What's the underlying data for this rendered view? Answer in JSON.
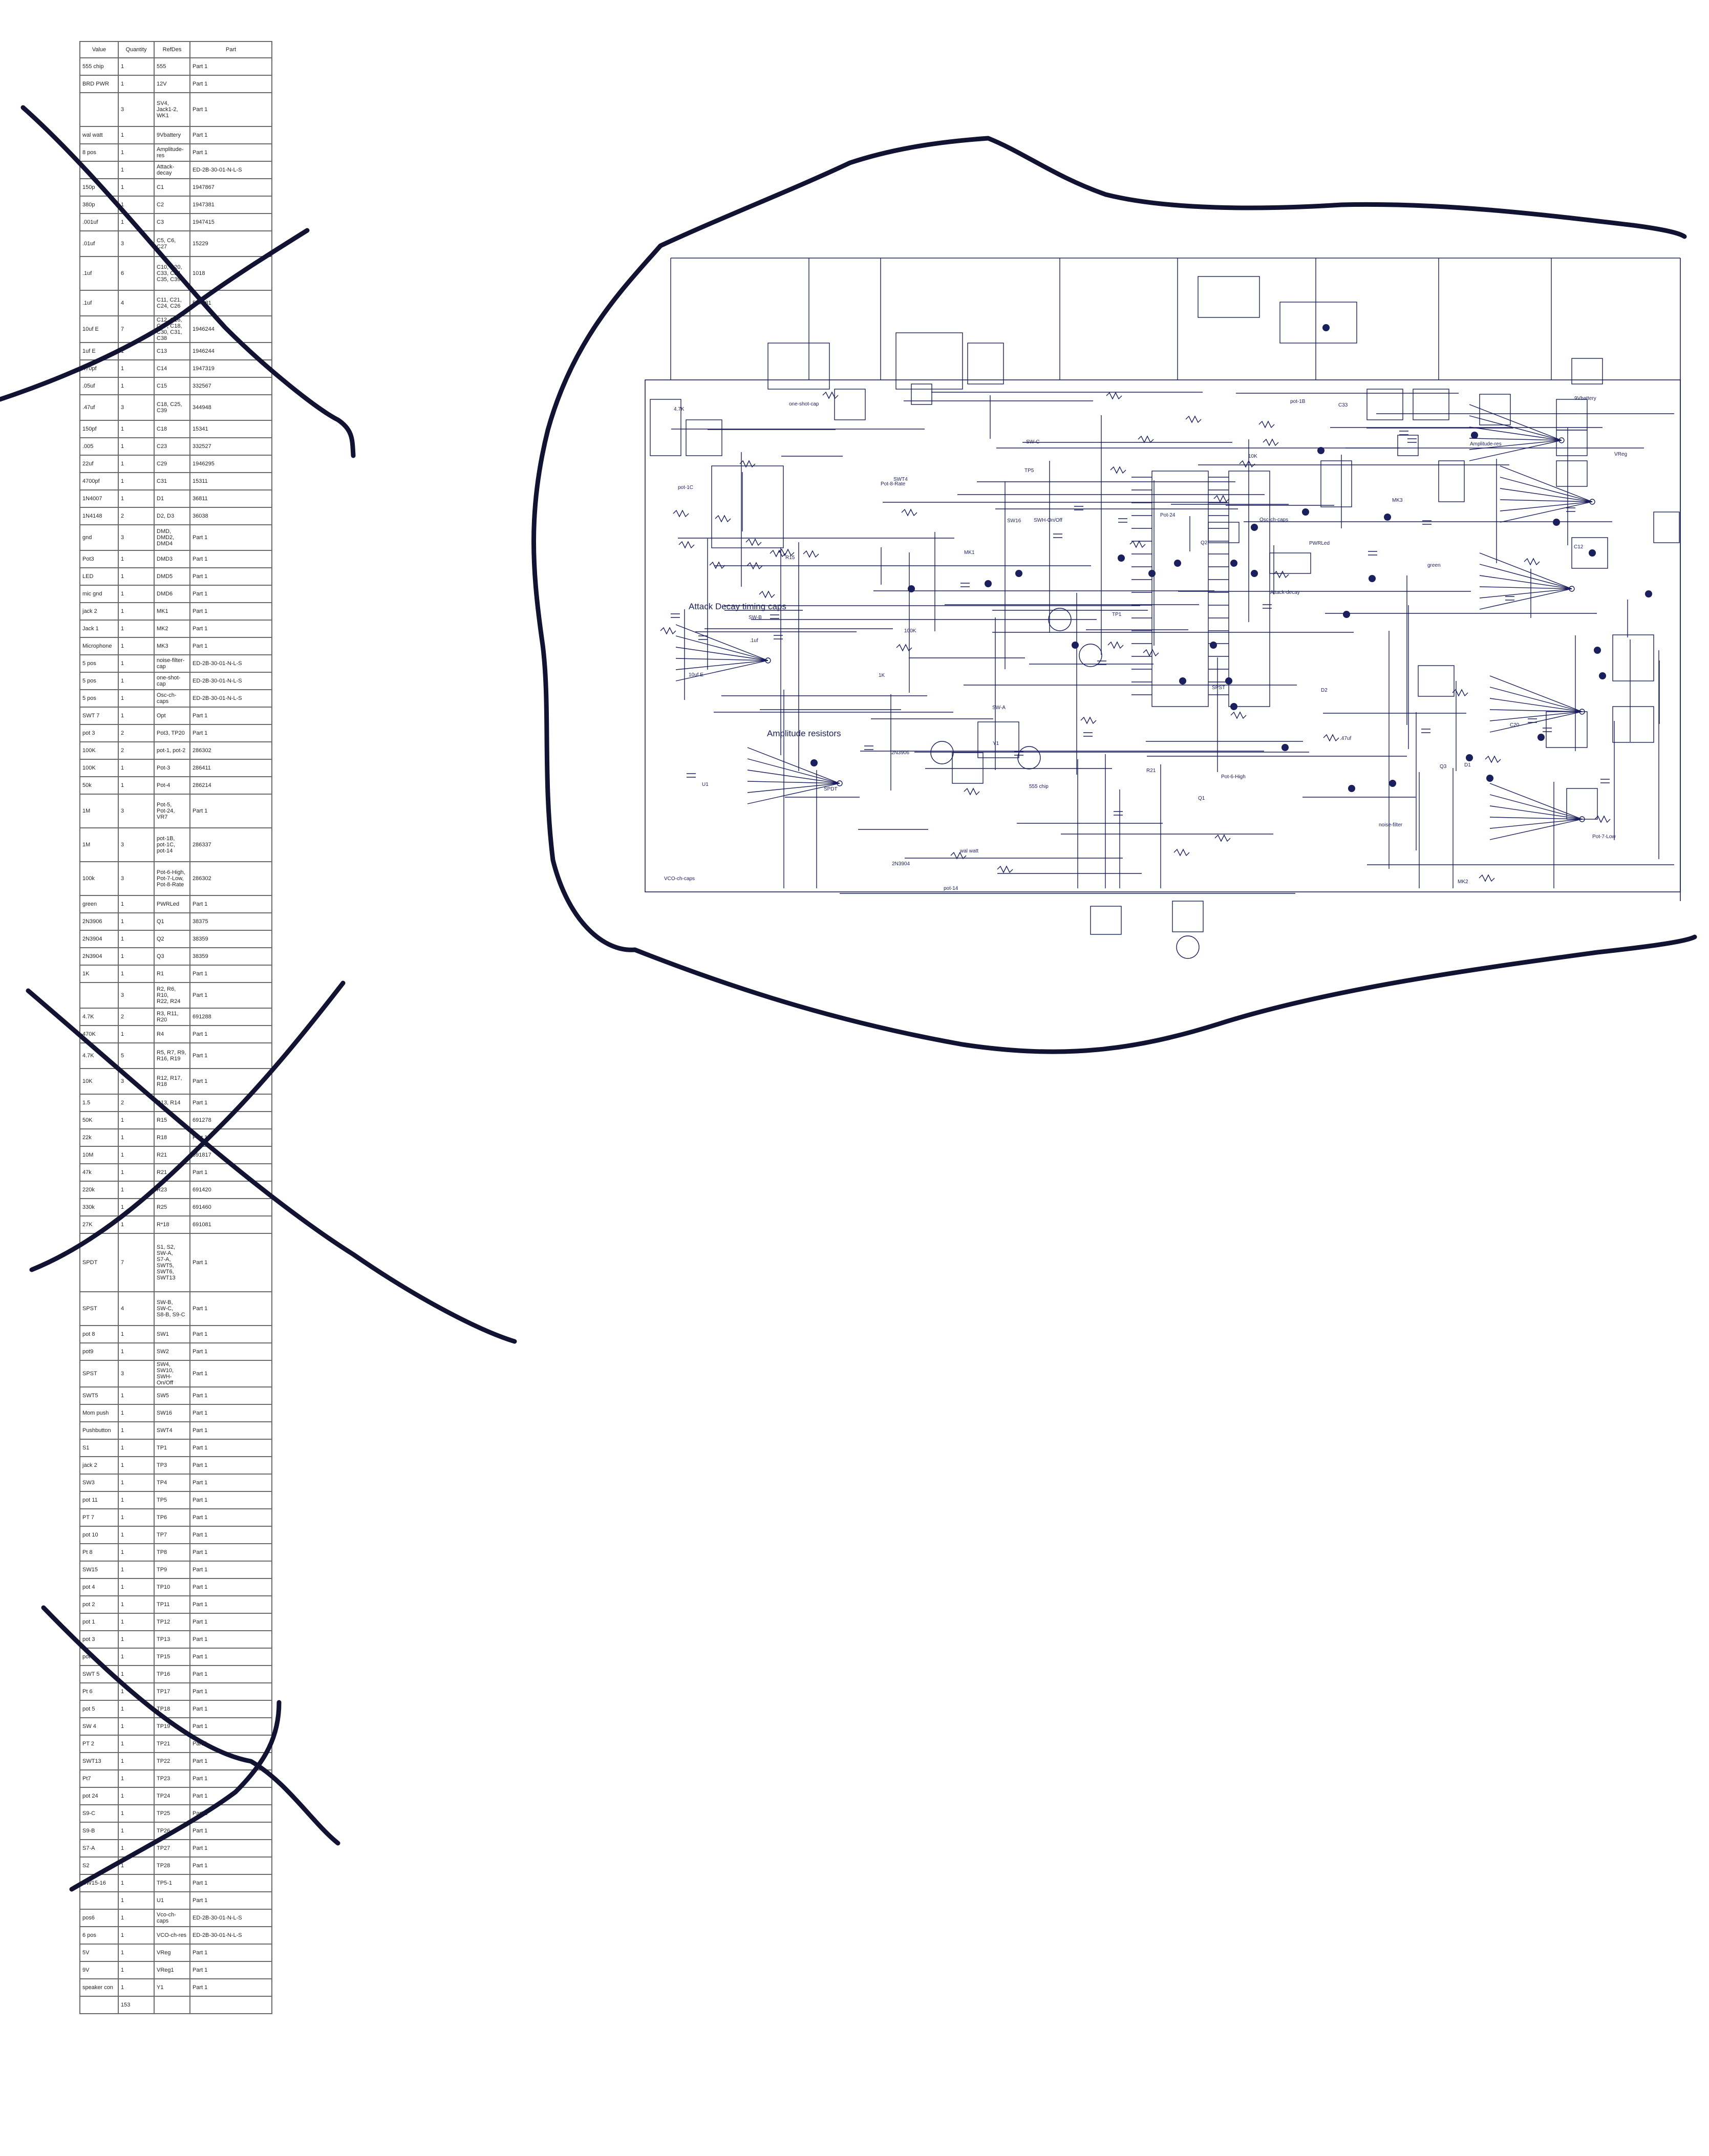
{
  "bom": {
    "headers": [
      "Value",
      "Quantity",
      "RefDes",
      "Part"
    ],
    "rows": [
      [
        "555 chip",
        "1",
        "555",
        "Part 1"
      ],
      [
        "BRD PWR",
        "1",
        "12V",
        "Part 1"
      ],
      [
        "",
        "3",
        "SV4,\nJack1-2,\nWK1",
        "Part 1"
      ],
      [
        "wal watt",
        "1",
        "9Vbattery",
        "Part 1"
      ],
      [
        "8 pos",
        "1",
        "Amplitude-res",
        "Part 1"
      ],
      [
        "",
        "1",
        "Attack-decay",
        "ED-2B-30-01-N-L-S"
      ],
      [
        "150p",
        "1",
        "C1",
        "1947867"
      ],
      [
        "380p",
        "1",
        "C2",
        "1947381"
      ],
      [
        ".001uf",
        "1",
        "C3",
        "1947415"
      ],
      [
        ".01uf",
        "3",
        "C5, C6,\nC27",
        "15229"
      ],
      [
        ".1uf",
        "6",
        "C10, C20,\nC33, C34,\nC35, C39",
        "1018"
      ],
      [
        ".1uf",
        "4",
        "C11, C21,\nC24, C26",
        "547281"
      ],
      [
        "10uf E",
        "7",
        "C12, C16,\nC17, C18,\nC30, C31,\nC38",
        "1946244"
      ],
      [
        "1uf E",
        "1",
        "C13",
        "1946244"
      ],
      [
        "470pf",
        "1",
        "C14",
        "1947319"
      ],
      [
        ".05uf",
        "1",
        "C15",
        "332567"
      ],
      [
        ".47uf",
        "3",
        "C18, C25,\nC39",
        "344948"
      ],
      [
        "150pf",
        "1",
        "C18",
        "15341"
      ],
      [
        ".005",
        "1",
        "C23",
        "332527"
      ],
      [
        "22uf",
        "1",
        "C29",
        "1946295"
      ],
      [
        "4700pf",
        "1",
        "C31",
        "15311"
      ],
      [
        "1N4007",
        "1",
        "D1",
        "36811"
      ],
      [
        "1N4148",
        "2",
        "D2, D3",
        "36038"
      ],
      [
        "gnd",
        "3",
        "DMD, DMD2,\nDMD4",
        "Part 1"
      ],
      [
        "Pot3",
        "1",
        "DMD3",
        "Part 1"
      ],
      [
        "LED",
        "1",
        "DMD5",
        "Part 1"
      ],
      [
        "mic gnd",
        "1",
        "DMD6",
        "Part 1"
      ],
      [
        "jack 2",
        "1",
        "MK1",
        "Part 1"
      ],
      [
        "Jack 1",
        "1",
        "MK2",
        "Part 1"
      ],
      [
        "Microphone",
        "1",
        "MK3",
        "Part 1"
      ],
      [
        "5 pos",
        "1",
        "noise-filter-cap",
        "ED-2B-30-01-N-L-S"
      ],
      [
        "5 pos",
        "1",
        "one-shot-cap",
        "ED-2B-30-01-N-L-S"
      ],
      [
        "5 pos",
        "1",
        "Osc-ch-caps",
        "ED-2B-30-01-N-L-S"
      ],
      [
        "SWT 7",
        "1",
        "Opt",
        "Part 1"
      ],
      [
        "pot 3",
        "2",
        "Pot3, TP20",
        "Part 1"
      ],
      [
        "100K",
        "2",
        "pot-1, pot-2",
        "286302"
      ],
      [
        "100K",
        "1",
        "Pot-3",
        "286411"
      ],
      [
        "50k",
        "1",
        "Pot-4",
        "286214"
      ],
      [
        "1M",
        "3",
        "Pot-5,\nPot-24,\nVR7",
        "Part 1"
      ],
      [
        "1M",
        "3",
        "pot-1B,\npot-1C,\npot-14",
        "286337"
      ],
      [
        "100k",
        "3",
        "Pot-6-High,\nPot-7-Low,\nPot-8-Rate",
        "286302"
      ],
      [
        "green",
        "1",
        "PWRLed",
        "Part 1"
      ],
      [
        "2N3906",
        "1",
        "Q1",
        "38375"
      ],
      [
        "2N3904",
        "1",
        "Q2",
        "38359"
      ],
      [
        "2N3904",
        "1",
        "Q3",
        "38359"
      ],
      [
        "1K",
        "1",
        "R1",
        "Part 1"
      ],
      [
        "",
        "3",
        "R2, R6, R10,\nR22, R24",
        "Part 1"
      ],
      [
        "4.7K",
        "2",
        "R3, R11, R20",
        "691288"
      ],
      [
        "470K",
        "1",
        "R4",
        "Part 1"
      ],
      [
        "4.7K",
        "5",
        "R5, R7, R9,\nR16, R19",
        "Part 1"
      ],
      [
        "10K",
        "3",
        "R12, R17,\nR18",
        "Part 1"
      ],
      [
        "1.5",
        "2",
        "R13, R14",
        "Part 1"
      ],
      [
        "50K",
        "1",
        "R15",
        "691278"
      ],
      [
        "22k",
        "1",
        "R18",
        "Part 1"
      ],
      [
        "10M",
        "1",
        "R21",
        "691817"
      ],
      [
        "47k",
        "1",
        "R21",
        "Part 1"
      ],
      [
        "220k",
        "1",
        "R23",
        "691420"
      ],
      [
        "330k",
        "1",
        "R25",
        "691460"
      ],
      [
        "27K",
        "1",
        "R*18",
        "691081"
      ],
      [
        "SPDT",
        "7",
        "S1, S2,\nSW-A,\nS7-A,\nSWT5,\nSWT6,\nSWT13",
        "Part 1"
      ],
      [
        "SPST",
        "4",
        "SW-B,\nSW-C,\nS8-B, S9-C",
        "Part 1"
      ],
      [
        "pot 8",
        "1",
        "SW1",
        "Part 1"
      ],
      [
        "pot9",
        "1",
        "SW2",
        "Part 1"
      ],
      [
        "SPST",
        "3",
        "SW4, SW10,\nSWH-On/Off",
        "Part 1"
      ],
      [
        "SWT5",
        "1",
        "SW5",
        "Part 1"
      ],
      [
        "Mom push",
        "1",
        "SW16",
        "Part 1"
      ],
      [
        "Pushbutton",
        "1",
        "SWT4",
        "Part 1"
      ],
      [
        "S1",
        "1",
        "TP1",
        "Part 1"
      ],
      [
        "jack 2",
        "1",
        "TP3",
        "Part 1"
      ],
      [
        "SW3",
        "1",
        "TP4",
        "Part 1"
      ],
      [
        "pot 11",
        "1",
        "TP5",
        "Part 1"
      ],
      [
        "PT 7",
        "1",
        "TP6",
        "Part 1"
      ],
      [
        "pot 10",
        "1",
        "TP7",
        "Part 1"
      ],
      [
        "Pt 8",
        "1",
        "TP8",
        "Part 1"
      ],
      [
        "SW15",
        "1",
        "TP9",
        "Part 1"
      ],
      [
        "pot 4",
        "1",
        "TP10",
        "Part 1"
      ],
      [
        "pot 2",
        "1",
        "TP11",
        "Part 1"
      ],
      [
        "pot 1",
        "1",
        "TP12",
        "Part 1"
      ],
      [
        "pot 3",
        "1",
        "TP13",
        "Part 1"
      ],
      [
        "pot 4",
        "1",
        "TP15",
        "Part 1"
      ],
      [
        "SWT 5",
        "1",
        "TP16",
        "Part 1"
      ],
      [
        "Pt 6",
        "1",
        "TP17",
        "Part 1"
      ],
      [
        "pot 5",
        "1",
        "TP18",
        "Part 1"
      ],
      [
        "SW 4",
        "1",
        "TP19",
        "Part 1"
      ],
      [
        "PT 2",
        "1",
        "TP21",
        "Part 1"
      ],
      [
        "SWT13",
        "1",
        "TP22",
        "Part 1"
      ],
      [
        "Pt7",
        "1",
        "TP23",
        "Part 1"
      ],
      [
        "pot 24",
        "1",
        "TP24",
        "Part 1"
      ],
      [
        "S9-C",
        "1",
        "TP25",
        "Part 1"
      ],
      [
        "S9-B",
        "1",
        "TP26",
        "Part 1"
      ],
      [
        "S7-A",
        "1",
        "TP27",
        "Part 1"
      ],
      [
        "S2",
        "1",
        "TP28",
        "Part 1"
      ],
      [
        "SW15-16",
        "1",
        "TP5-1",
        "Part 1"
      ],
      [
        "",
        "1",
        "U1",
        "Part 1"
      ],
      [
        "pos6",
        "1",
        "Vco-ch-caps",
        "ED-2B-30-01-N-L-S"
      ],
      [
        "6 pos",
        "1",
        "VCO-ch-res",
        "ED-2B-30-01-N-L-S"
      ],
      [
        "5V",
        "1",
        "VReg",
        "Part 1"
      ],
      [
        "9V",
        "1",
        "VReg1",
        "Part 1"
      ],
      [
        "speaker con",
        "1",
        "Y1",
        "Part 1"
      ],
      [
        "",
        "153",
        "",
        ""
      ]
    ]
  },
  "schematic": {
    "section_labels": [
      "Attack Decay timing caps",
      "Amplitude resistors"
    ],
    "component_labels": [
      "555 chip",
      "SPDT",
      "SPST",
      "SW-A",
      "SW-B",
      "SW-C",
      "Pot-24",
      "VCO-ch-caps",
      "Osc-ch-caps",
      "2N3904",
      "2N3906",
      "Attack-decay",
      "Amplitude-res",
      "one-shot-cap",
      "noise-filter",
      "pot-1B",
      "pot-1C",
      "pot-14",
      "4.7K",
      "1K",
      "10K",
      "100K",
      ".1uf",
      "10uf E",
      ".47uf",
      "C12",
      "C20",
      "C33",
      "R15",
      "R21",
      "Pot-6-High",
      "Pot-7-Low",
      "Pot-8-Rate",
      "PWRLed",
      "green",
      "SWH-On/Off",
      "wal watt",
      "9Vbattery",
      "MK1",
      "MK2",
      "MK3",
      "Y1",
      "Q1",
      "Q2",
      "Q3",
      "D1",
      "D2",
      "U1",
      "VReg",
      "TP1",
      "TP5",
      "SW16",
      "SWT4"
    ]
  },
  "colors": {
    "ink": "#1a1f5e",
    "scribble": "#121232",
    "table_border": "#6a6a6a"
  }
}
